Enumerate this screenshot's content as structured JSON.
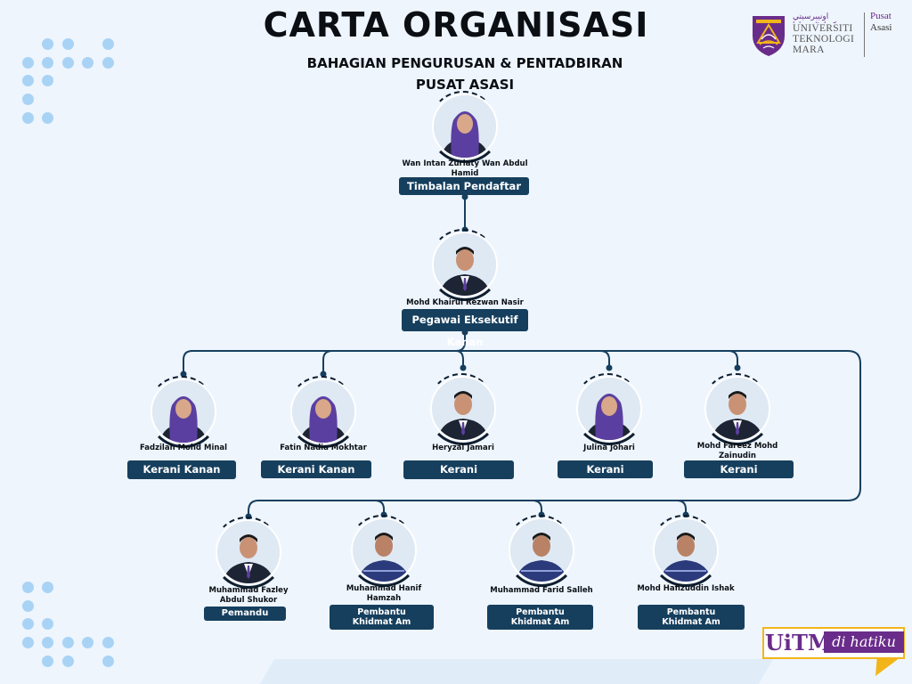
{
  "header": {
    "title": "CARTA ORGANISASI",
    "subtitle_line1": "BAHAGIAN PENGURUSAN & PENTADBIRAN",
    "subtitle_line2": "PUSAT ASASI"
  },
  "logo": {
    "arabic": "اونيبرسيتي تيكنولوݢي مارا",
    "uni_line1": "UNIVERSITI",
    "uni_line2": "TEKNOLOGI",
    "uni_line3": "MARA",
    "pusat_line1": "Pusat",
    "pusat_line2": "Asasi"
  },
  "badge": {
    "text1": "UiTM",
    "text2": "di hatiku"
  },
  "people": {
    "p1": {
      "name": "Wan Intan Zuriaty Wan Abdul Hamid",
      "name_line1": "Wan Intan Zuriaty Wan Abdul",
      "name_line2": "Hamid",
      "role": "Timbalan Pendaftar"
    },
    "p2": {
      "name": "Mohd Khairul Rezwan Nasir",
      "role": "Pegawai Eksekutif Kanan"
    },
    "p3": {
      "name": "Fadzilah Mohd Minal",
      "role": "Kerani Kanan"
    },
    "p4": {
      "name": "Fatin Nadia Mokhtar",
      "role": "Kerani Kanan"
    },
    "p5": {
      "name": "Heryzal Jamari",
      "role": "Kerani"
    },
    "p6": {
      "name": "Julina Johari",
      "role": "Kerani"
    },
    "p7": {
      "name_line1": "Mohd Fareez Mohd",
      "name_line2": "Zainudin",
      "role": "Kerani"
    },
    "p8": {
      "name_line1": "Muhammad Fazley",
      "name_line2": "Abdul Shukor",
      "role": "Pemandu"
    },
    "p9": {
      "name_line1": "Muhammad Hanif",
      "name_line2": "Hamzah",
      "role_line1": "Pembantu",
      "role_line2": "Khidmat Am"
    },
    "p10": {
      "name": "Muhammad Farid Salleh",
      "role_line1": "Pembantu",
      "role_line2": "Khidmat Am"
    },
    "p11": {
      "name": "Mohd Hafizuddin Ishak",
      "role_line1": "Pembantu",
      "role_line2": "Khidmat Am"
    }
  },
  "colors": {
    "background": "#eef5fd",
    "role_box": "#163f5e",
    "connector": "#163f5e",
    "dots": "#a9d3f5",
    "hijab_purple": "#5b3fa0",
    "suit": "#1d2433",
    "uniform_navy": "#2b3a7a",
    "logo_purple": "#6a2c8a",
    "badge_gold": "#f2b519"
  },
  "icons": {
    "avatar": "person-portrait-icon",
    "logo": "uitm-emblem-icon"
  }
}
